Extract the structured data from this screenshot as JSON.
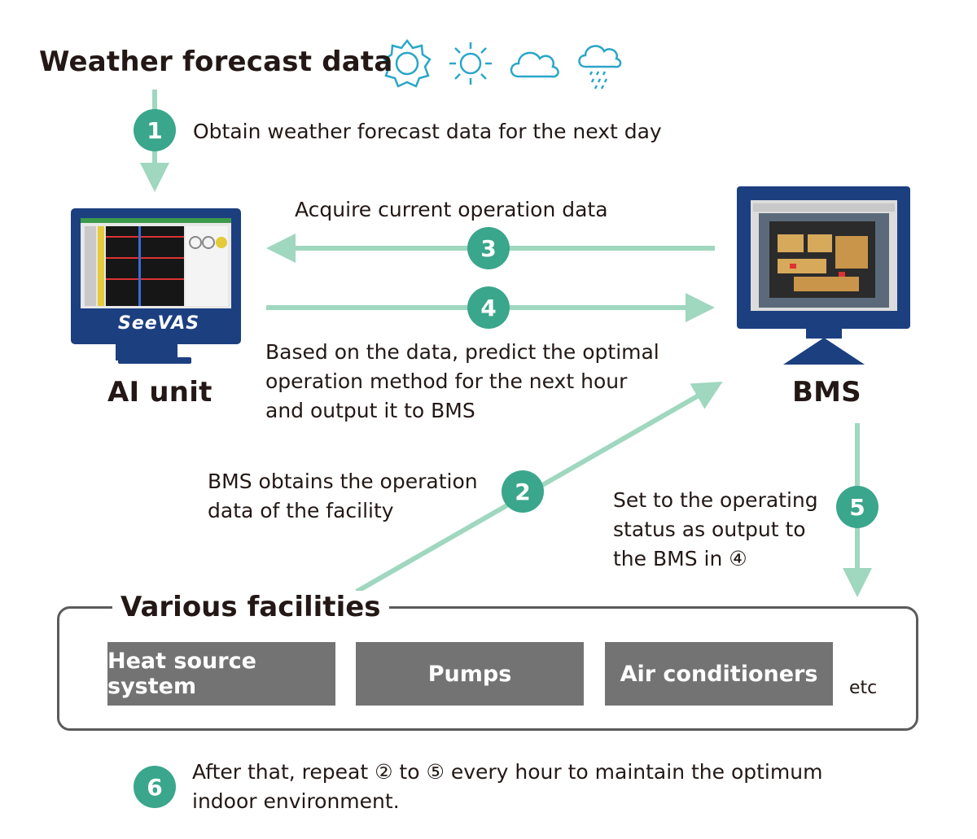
{
  "header": {
    "title": "Weather forecast data",
    "weather_icons": [
      "sun-icon",
      "sun-icon",
      "cloud-icon",
      "rain-icon"
    ]
  },
  "steps": {
    "step1": {
      "num": "1",
      "text": "Obtain weather forecast data for the next day"
    },
    "step2": {
      "num": "2",
      "line1": "BMS obtains the operation",
      "line2": "data of the facility"
    },
    "step3": {
      "num": "3",
      "text": "Acquire current operation data"
    },
    "step4": {
      "num": "4",
      "line1": "Based on the data, predict the optimal",
      "line2": "operation method for the next hour",
      "line3": "and output it to BMS"
    },
    "step5": {
      "num": "5",
      "line1": "Set to the operating",
      "line2": "status as output to",
      "line3": "the BMS in ④"
    },
    "step6": {
      "num": "6",
      "line1": "After that, repeat ② to ⑤ every hour to maintain the optimum",
      "line2": "indoor environment."
    }
  },
  "ai_unit": {
    "label": "AI unit",
    "brand": "SeeVAS"
  },
  "bms": {
    "label": "BMS"
  },
  "facilities": {
    "title": "Various facilities",
    "items": [
      "Heat source system",
      "Pumps",
      "Air conditioners"
    ],
    "etc": "etc"
  },
  "colors": {
    "accent": "#3aa68c",
    "arrow": "#9fd7bf",
    "monitor": "#1c3f80",
    "weather_icon": "#2aa6c8"
  }
}
